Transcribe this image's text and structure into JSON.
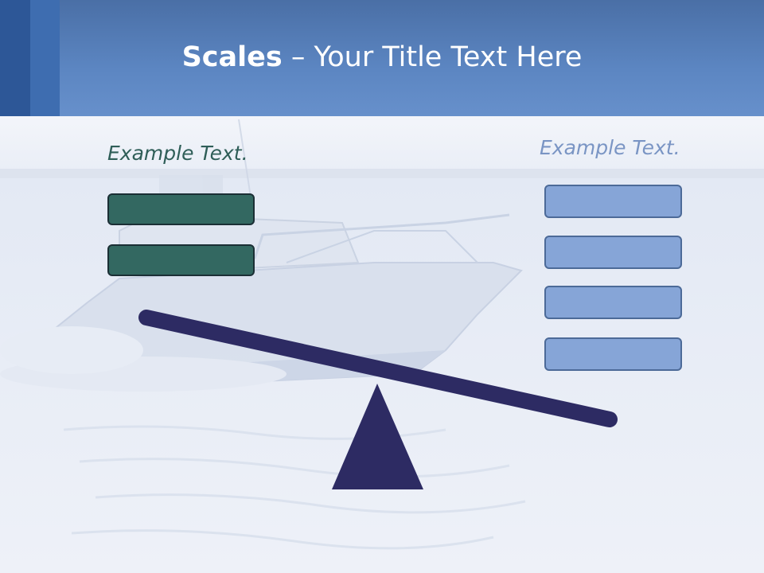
{
  "title": {
    "bold": "Scales",
    "rest": " – Your Title Text Here"
  },
  "left_column": {
    "label": "Example Text.",
    "boxes": [
      "",
      ""
    ]
  },
  "right_column": {
    "label": "Example Text.",
    "boxes": [
      "",
      "",
      "",
      ""
    ]
  },
  "colors": {
    "header": "#5c86c2",
    "left_box": "#336861",
    "right_box": "#86a5d7",
    "scale": "#2d2b63"
  },
  "icons": {
    "scale": "balance-scale-icon",
    "background": "motorboat-photo"
  }
}
